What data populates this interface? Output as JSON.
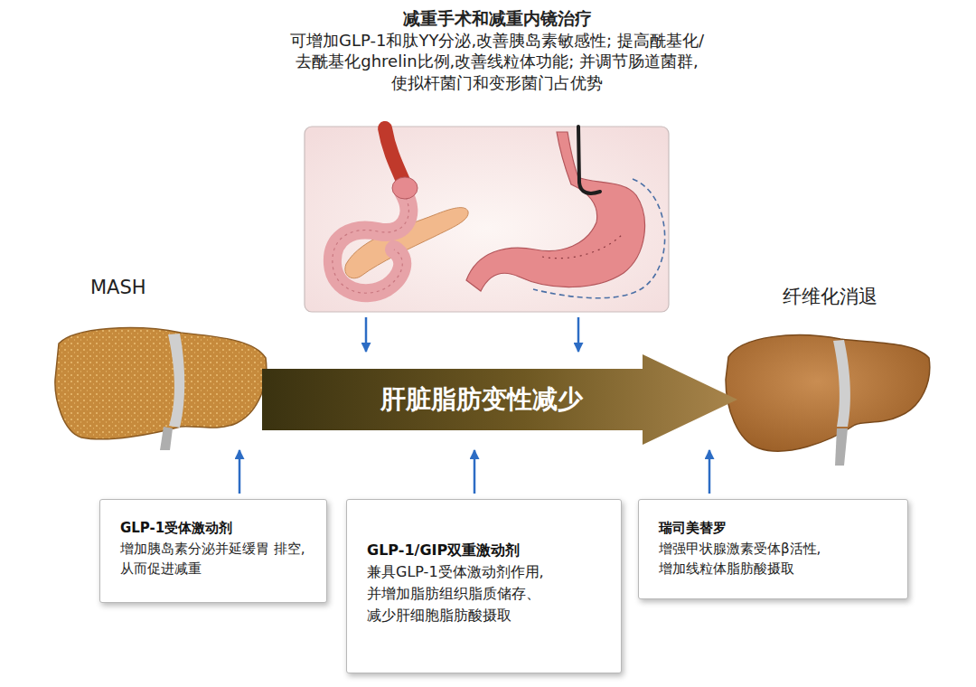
{
  "diagram": {
    "nodes": [
      {
        "text": [
          "减重手术和减重内镜治疗",
          "可增加GLP-1和肽YY分泌,改善胰岛素敏感性; 提高酰基化/去酰基化ghrelin比例,改善线粒体功能; 并调节肠道菌群,使拟杆菌门和变形菌门占优势"
        ]
      },
      {
        "text": [
          "MASH"
        ]
      },
      {
        "text": [
          "肝脏脂肪变性减少"
        ]
      },
      {
        "text": [
          "纤维化消退"
        ]
      },
      {
        "text": [
          "GLP-1受体激动剂",
          "增加胰岛素分泌并延缓胃 排空, 从而促进减重"
        ]
      },
      {
        "text": [
          "GLP-1/GIP双重激动剂",
          "兼具GLP-1受体激动剂作用, 并增加脂肪组织脂质储存、 减少肝细胞脂肪酸摄取"
        ]
      },
      {
        "text": [
          "瑞司美替罗",
          "增强甲状腺激素受体β活性, 增加线粒体脂肪酸摄取"
        ]
      }
    ],
    "edges": [
      {
        "from": 0,
        "to": 2,
        "arrow": "to"
      },
      {
        "from": 0,
        "to": 2,
        "arrow": "to"
      },
      {
        "from": 4,
        "to": 2,
        "arrow": "to"
      },
      {
        "from": 5,
        "to": 2,
        "arrow": "to"
      },
      {
        "from": 6,
        "to": 2,
        "arrow": "to"
      }
    ]
  }
}
